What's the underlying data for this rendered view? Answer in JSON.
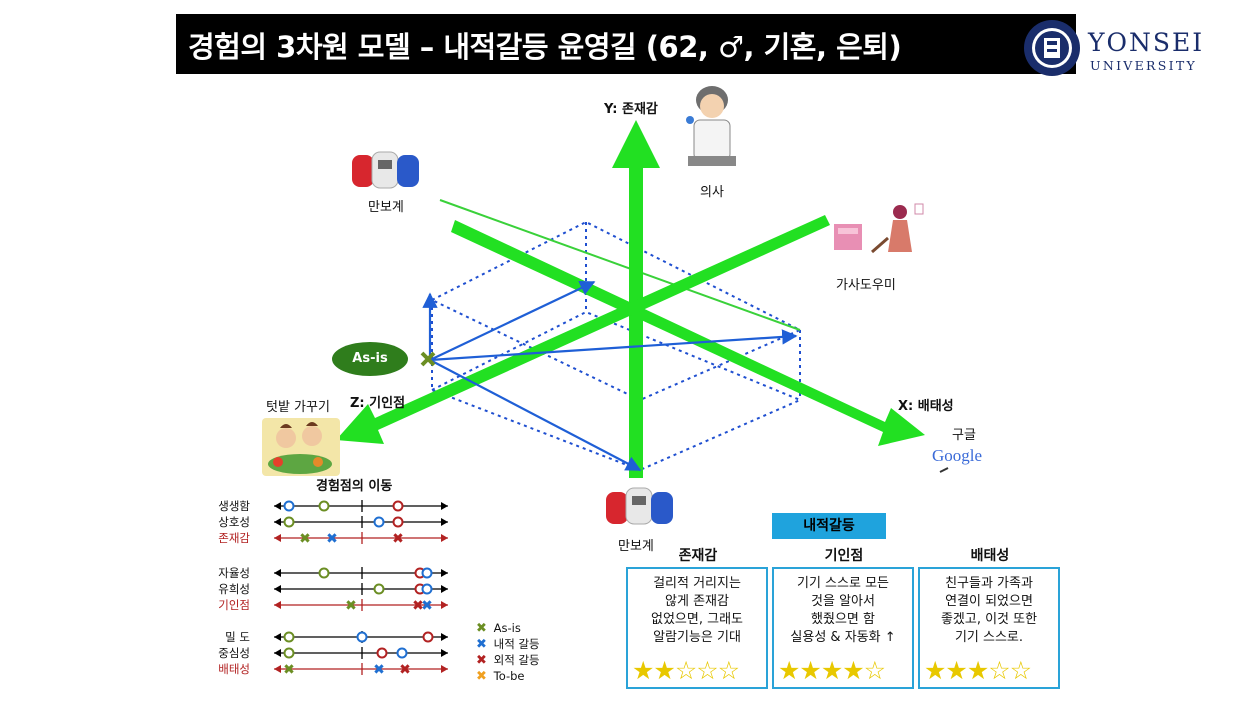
{
  "title": "경험의 3차원 모델 – 내적갈등 윤영길 (62, ♂, 기혼, 은퇴)",
  "logo": {
    "name": "YONSEI",
    "sub": "UNIVERSITY"
  },
  "axes": {
    "y": "Y: 존재감",
    "x": "X: 배태성",
    "z": "Z: 기인점"
  },
  "images": {
    "doctor": "의사",
    "pedometer_top": "만보계",
    "housekeeper": "가사도우미",
    "garden": "텃밭 가꾸기",
    "google": "구글",
    "google_word": "Google",
    "pedometer_bottom": "만보계"
  },
  "asis_label": "As-is",
  "movement": {
    "title": "경험점의 이동",
    "groups": [
      {
        "rows": [
          {
            "label": "생생함",
            "red": false
          },
          {
            "label": "상호성",
            "red": false
          },
          {
            "label": "존재감",
            "red": true
          }
        ]
      },
      {
        "rows": [
          {
            "label": "자율성",
            "red": false
          },
          {
            "label": "유희성",
            "red": false
          },
          {
            "label": "기인점",
            "red": true
          }
        ]
      },
      {
        "rows": [
          {
            "label": "밀  도",
            "red": false
          },
          {
            "label": "중심성",
            "red": false
          },
          {
            "label": "배태성",
            "red": true
          }
        ]
      }
    ]
  },
  "legend": [
    {
      "label": "As-is",
      "color": "#6b8e23"
    },
    {
      "label": "내적 갈등",
      "color": "#1f6fd1"
    },
    {
      "label": "외적 갈등",
      "color": "#b22222"
    },
    {
      "label": "To-be",
      "color": "#f0a020"
    }
  ],
  "conflict": {
    "header": "내적갈등",
    "columns": [
      {
        "head": "존재감",
        "text": "걸리적 거리지는\n않게 존재감\n없었으면, 그래도\n알람기능은 기대",
        "stars": "★★☆☆☆"
      },
      {
        "head": "기인점",
        "text": "기기 스스로 모든\n것을 알아서\n했줬으면 함\n실용성 & 자동화 ↑",
        "stars": "★★★★☆"
      },
      {
        "head": "배태성",
        "text": "친구들과 가족과\n연결이 되었으면\n좋겠고, 이것 또한\n기기 스스로.",
        "stars": "★★★☆☆"
      }
    ]
  }
}
